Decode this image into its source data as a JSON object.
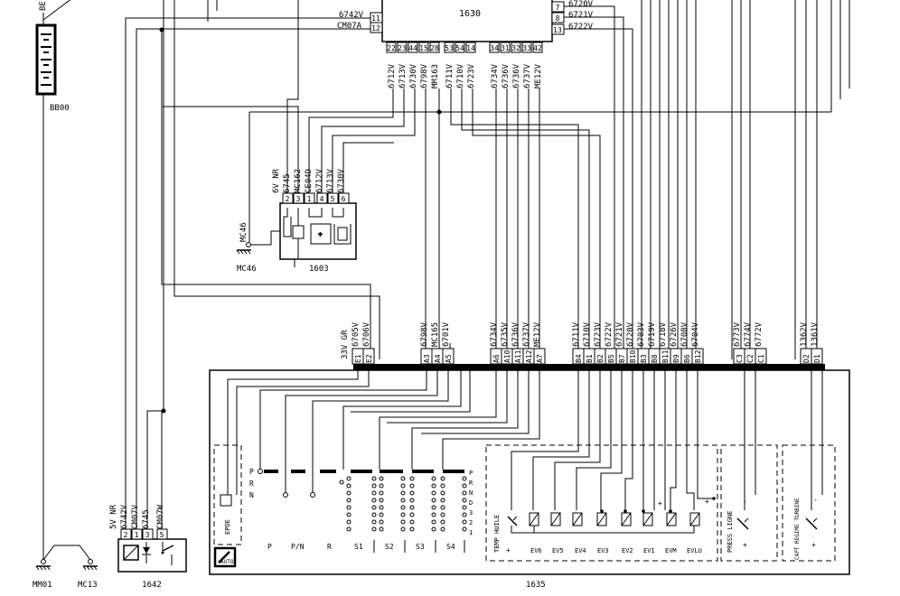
{
  "ecu_1630": {
    "id": "1630",
    "left_pins": [
      {
        "num": "11",
        "wire": "6742V"
      },
      {
        "num": "12",
        "wire": "CM07A"
      }
    ],
    "right_pins": [
      {
        "num": "7",
        "wire": "6720V"
      },
      {
        "num": "8",
        "wire": "6721V"
      },
      {
        "num": "13",
        "wire": "6722V"
      }
    ],
    "bottom_pins": [
      {
        "num": "22",
        "wire": "6712V"
      },
      {
        "num": "23",
        "wire": "6713V"
      },
      {
        "num": "44",
        "wire": "6730V"
      },
      {
        "num": "15",
        "wire": "6798V"
      },
      {
        "num": "28",
        "wire": "MM163"
      },
      {
        "num": "53",
        "wire": "6711V"
      },
      {
        "num": "54",
        "wire": "6710V"
      },
      {
        "num": "14",
        "wire": "6723V"
      },
      {
        "num": "34",
        "wire": "6734V"
      },
      {
        "num": "31",
        "wire": "6736V"
      },
      {
        "num": "32",
        "wire": "6736V"
      },
      {
        "num": "33",
        "wire": "6737V"
      },
      {
        "num": "42",
        "wire": "ME12V"
      }
    ]
  },
  "battery": {
    "label_top": "BE",
    "label": "BB00"
  },
  "connector_1603": {
    "id": "1603",
    "header": "6V NR",
    "pins": [
      {
        "num": "2",
        "wire": "6745"
      },
      {
        "num": "3",
        "wire": "MC162"
      },
      {
        "num": "1",
        "wire": "CE04D"
      },
      {
        "num": "4",
        "wire": "6712V"
      },
      {
        "num": "5",
        "wire": "6713V"
      },
      {
        "num": "6",
        "wire": "6730V"
      }
    ]
  },
  "ground_mc46": {
    "label_vertical": "MC46",
    "label": "MC46"
  },
  "relay_1642": {
    "id": "1642",
    "header": "5V NR",
    "pins": [
      {
        "num": "2",
        "wire": "6742V"
      },
      {
        "num": "1",
        "wire": "CM07V"
      },
      {
        "num": "3",
        "wire": "6745"
      },
      {
        "num": "5",
        "wire": "CM07W"
      }
    ]
  },
  "grounds": {
    "mm01": "MM01",
    "mc13": "MC13"
  },
  "module_1635": {
    "id": "1635",
    "header": "33V GR",
    "pin_groups": [
      {
        "pins": [
          {
            "num": "E1",
            "wire": "6705V"
          },
          {
            "num": "E2",
            "wire": "6706V"
          }
        ]
      },
      {
        "pins": [
          {
            "num": "A3",
            "wire": "6798V"
          },
          {
            "num": "A4",
            "wire": "MC165"
          },
          {
            "num": "A5",
            "wire": "6701V"
          }
        ]
      },
      {
        "pins": [
          {
            "num": "A6",
            "wire": "6734V"
          },
          {
            "num": "A10",
            "wire": "6735V"
          },
          {
            "num": "A11",
            "wire": "6736V"
          },
          {
            "num": "A12",
            "wire": "6737V"
          },
          {
            "num": "A7",
            "wire": "ME12V"
          }
        ]
      },
      {
        "pins": [
          {
            "num": "B4",
            "wire": "6711V"
          },
          {
            "num": "B1",
            "wire": "6710V"
          },
          {
            "num": "B2",
            "wire": "6723V"
          },
          {
            "num": "B5",
            "wire": "6722V"
          },
          {
            "num": "B7",
            "wire": "6721V"
          },
          {
            "num": "B10",
            "wire": "6720V"
          },
          {
            "num": "B3",
            "wire": "6703V"
          },
          {
            "num": "B8",
            "wire": "6719V"
          },
          {
            "num": "B11",
            "wire": "6718V"
          },
          {
            "num": "B9",
            "wire": "6726V"
          },
          {
            "num": "B6",
            "wire": "6708V"
          },
          {
            "num": "B12",
            "wire": "6704V"
          }
        ]
      },
      {
        "pins": [
          {
            "num": "C3",
            "wire": "6773V"
          },
          {
            "num": "C2",
            "wire": "6774V"
          },
          {
            "num": "C1",
            "wire": "6772V"
          }
        ]
      },
      {
        "pins": [
          {
            "num": "D2",
            "wire": "1362V"
          },
          {
            "num": "D1",
            "wire": "1361V"
          }
        ]
      }
    ],
    "epde": "EPDE",
    "auto_icon": "AUTO",
    "selector_letters": [
      "P",
      "R",
      "N"
    ],
    "selector_letters_right": [
      "P",
      "R",
      "N",
      "D",
      "3",
      "2",
      "1"
    ],
    "positions": [
      "P",
      "P/N",
      "R",
      "S1",
      "S2",
      "S3",
      "S4"
    ],
    "temp_label": "TEMP HUILE",
    "valves": [
      "EV6",
      "EV5",
      "EV4",
      "EV3",
      "EV2",
      "EV1",
      "EVM",
      "EVLU"
    ],
    "press_label": "PRESS LIGNE",
    "turbine_label": "CAPT REGIME TURBINE",
    "plus": "+",
    "minus": "-"
  }
}
